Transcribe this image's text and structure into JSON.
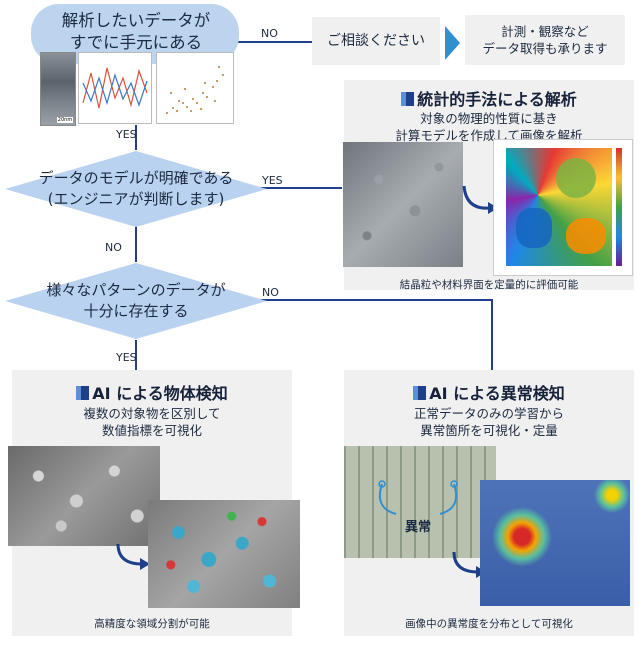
{
  "start": {
    "line1": "解析したいデータが",
    "line2": "すでに手元にある"
  },
  "labels": {
    "no1": "NO",
    "yes1": "YES",
    "yes2": "YES",
    "no2": "NO",
    "no3": "NO",
    "yes3": "YES"
  },
  "consult": {
    "text": "ご相談ください"
  },
  "request": {
    "line1": "計測・観察など",
    "line2": "データ取得も承ります"
  },
  "decision1": {
    "line1": "データのモデルが明確である",
    "line2": "(エンジニアが判断します)"
  },
  "decision2": {
    "line1": "様々なパターンのデータが",
    "line2": "十分に存在する"
  },
  "stats_panel": {
    "title": "統計的手法による解析",
    "desc1": "対象の物理的性質に基き",
    "desc2": "計算モデルを作成して画像を解析",
    "footer": "結晶粒や材料界面を定量的に評価可能",
    "scale_label": "20nm"
  },
  "object_panel": {
    "title": "AI による物体検知",
    "desc1": "複数の対象物を区別して",
    "desc2": "数値指標を可視化",
    "footer": "高精度な領域分割が可能"
  },
  "anomaly_panel": {
    "title": "AI による異常検知",
    "desc1": "正常データのみの学習から",
    "desc2": "異常箇所を可視化・定量",
    "footer": "画像中の異常度を分布として可視化",
    "anomaly_label": "異常"
  },
  "colors": {
    "flow_blue": "#1f3f8a",
    "start_fill": "#bcd4ee",
    "diamond_fill": "#b9d2ef",
    "panel_bg": "#f0f0f0",
    "arrow_accent": "#2f8fd0"
  }
}
